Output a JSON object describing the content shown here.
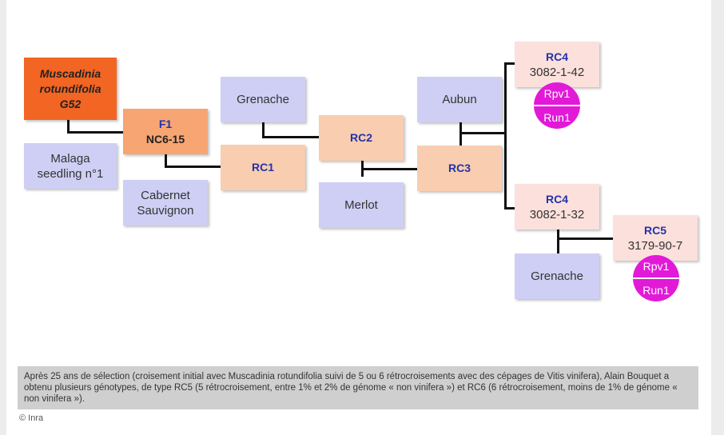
{
  "nodes": {
    "muscadinia": {
      "line1": "Muscadinia",
      "line2": "rotundifolia",
      "line3": "G52"
    },
    "malaga": {
      "line1": "Malaga",
      "line2": "seedling n°1"
    },
    "f1": {
      "code": "F1",
      "sub": "NC6-15"
    },
    "cabernet": {
      "line1": "Cabernet",
      "line2": "Sauvignon"
    },
    "grenache_a": {
      "label": "Grenache"
    },
    "rc1": {
      "code": "RC1"
    },
    "rc2": {
      "code": "RC2"
    },
    "merlot": {
      "label": "Merlot"
    },
    "aubun": {
      "label": "Aubun"
    },
    "rc3": {
      "code": "RC3"
    },
    "rc4_a": {
      "code": "RC4",
      "sub": "3082-1-42",
      "marker_top": "Rpv1",
      "marker_bottom": "Run1"
    },
    "rc4_b": {
      "code": "RC4",
      "sub": "3082-1-32"
    },
    "grenache_b": {
      "label": "Grenache"
    },
    "rc5": {
      "code": "RC5",
      "sub": "3179-90-7",
      "marker_top": "Rpv1",
      "marker_bottom": "Run1"
    }
  },
  "colors": {
    "lavender": "#cfcff5",
    "peach": "#f9cdb0",
    "pink": "#fce0dc",
    "orange": "#f26522",
    "marker": "#e21ad8",
    "code_text": "#2233aa"
  },
  "caption": "Après 25 ans de sélection (croisement initial avec Muscadinia rotundifolia suivi de 5 ou 6 rétrocroisements avec des cépages de Vitis vinifera), Alain Bouquet a obtenu plusieurs génotypes, de type RC5 (5 rétrocroisement, entre 1% et 2% de génome « non vinifera ») et RC6 (6 rétrocroisement, moins de 1% de génome « non vinifera »).",
  "credit": "© Inra"
}
